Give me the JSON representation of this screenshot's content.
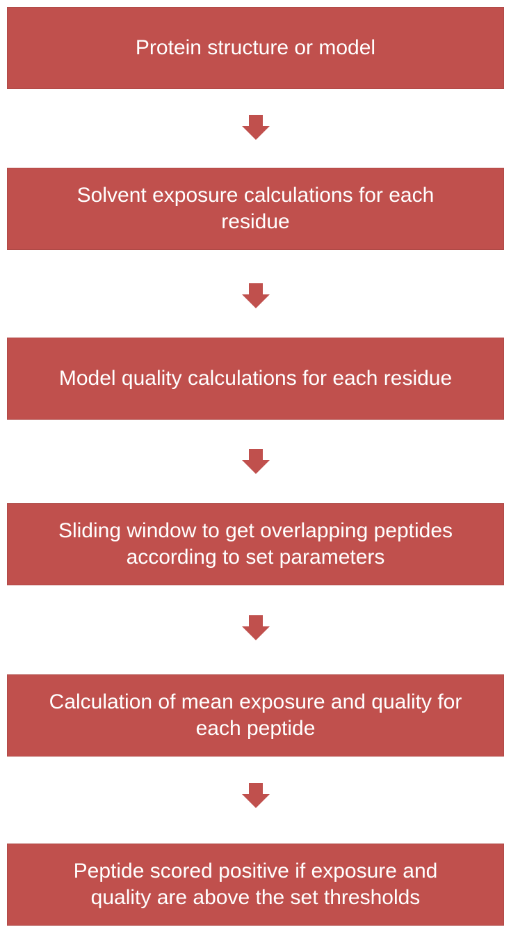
{
  "flowchart": {
    "steps": [
      {
        "lines": [
          "Protein structure or model"
        ]
      },
      {
        "lines": [
          "Solvent exposure calculations for each",
          "residue"
        ]
      },
      {
        "lines": [
          "Model quality calculations for each residue"
        ]
      },
      {
        "lines": [
          "Sliding window to get overlapping peptides",
          "according to set parameters"
        ]
      },
      {
        "lines": [
          "Calculation of mean exposure and quality for",
          "each peptide"
        ]
      },
      {
        "lines": [
          "Peptide scored positive if exposure and",
          "quality are above the set thresholds"
        ]
      }
    ],
    "colors": {
      "box_fill": "#c0504d",
      "box_text": "#ffffff",
      "arrow_fill": "#c0504d"
    },
    "icons": {
      "connector": "down-arrow-icon"
    }
  }
}
